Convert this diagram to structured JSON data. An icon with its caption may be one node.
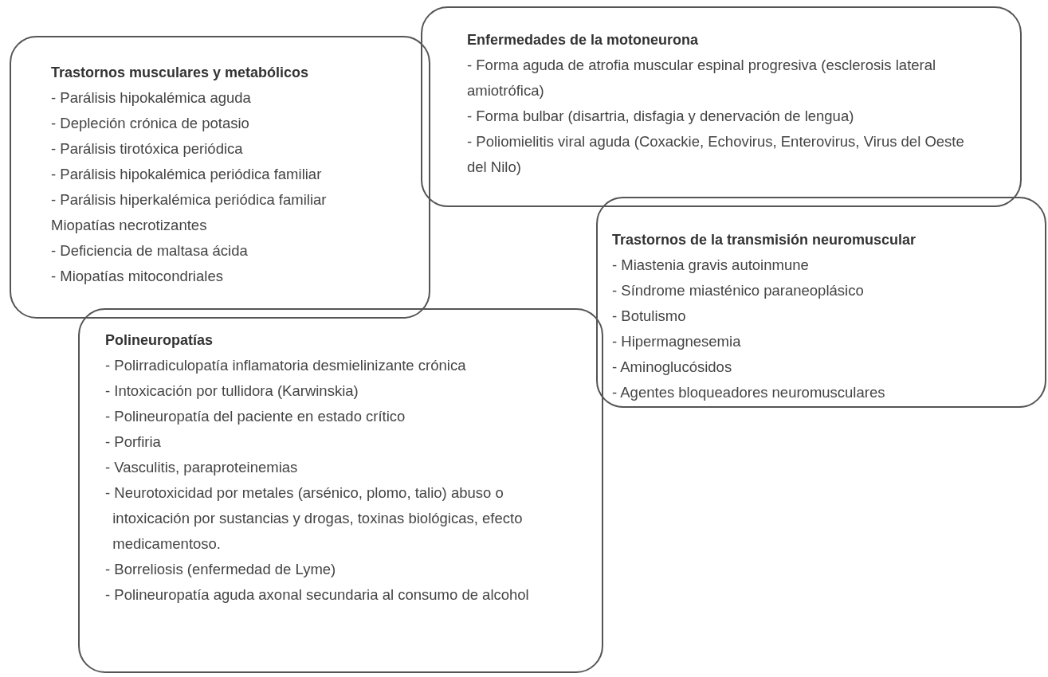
{
  "diagram": {
    "nodes": [
      {
        "text": [
          "Trastornos musculares y metabólicos",
          "- Parálisis hipokalémica aguda",
          "- Depleción crónica de potasio",
          "- Parálisis tirotóxica periódica",
          "- Parálisis hipokalémica periódica familiar",
          "- Parálisis hiperkalémica periódica familiar",
          "Miopatías necrotizantes",
          "- Deficiencia de maltasa ácida",
          "- Miopatías mitocondriales"
        ]
      },
      {
        "text": [
          "Enfermedades de la motoneurona",
          "- Forma aguda de atrofia muscular espinal progresiva (esclerosis lateral amiotrófica)",
          "- Forma bulbar (disartria, disfagia y denervación de lengua)",
          "- Poliomielitis viral aguda (Coxackie, Echovirus, Enterovirus, Virus del Oeste del Nilo)"
        ]
      },
      {
        "text": [
          "Trastornos de la transmisión neuromuscular",
          "- Miastenia gravis autoinmune",
          "- Síndrome miasténico paraneoplásico",
          "- Botulismo",
          "- Hipermagnesemia",
          "- Aminoglucósidos",
          "- Agentes bloqueadores neuromusculares"
        ]
      },
      {
        "text": [
          "Polineuropatías",
          "- Polirradiculopatía inflamatoria desmielinizante crónica",
          "- Intoxicación por tullidora (Karwinskia)",
          "- Polineuropatía del paciente en estado crítico",
          "- Porfiria",
          "- Vasculitis, paraproteinemias",
          "- Neurotoxicidad por metales (arsénico, plomo, talio) abuso o intoxicación por sustancias y drogas, toxinas biológicas, efecto medicamentoso.",
          "- Borreliosis (enfermedad de Lyme)",
          "- Polineuropatía aguda axonal secundaria al consumo de alcohol"
        ]
      }
    ]
  }
}
